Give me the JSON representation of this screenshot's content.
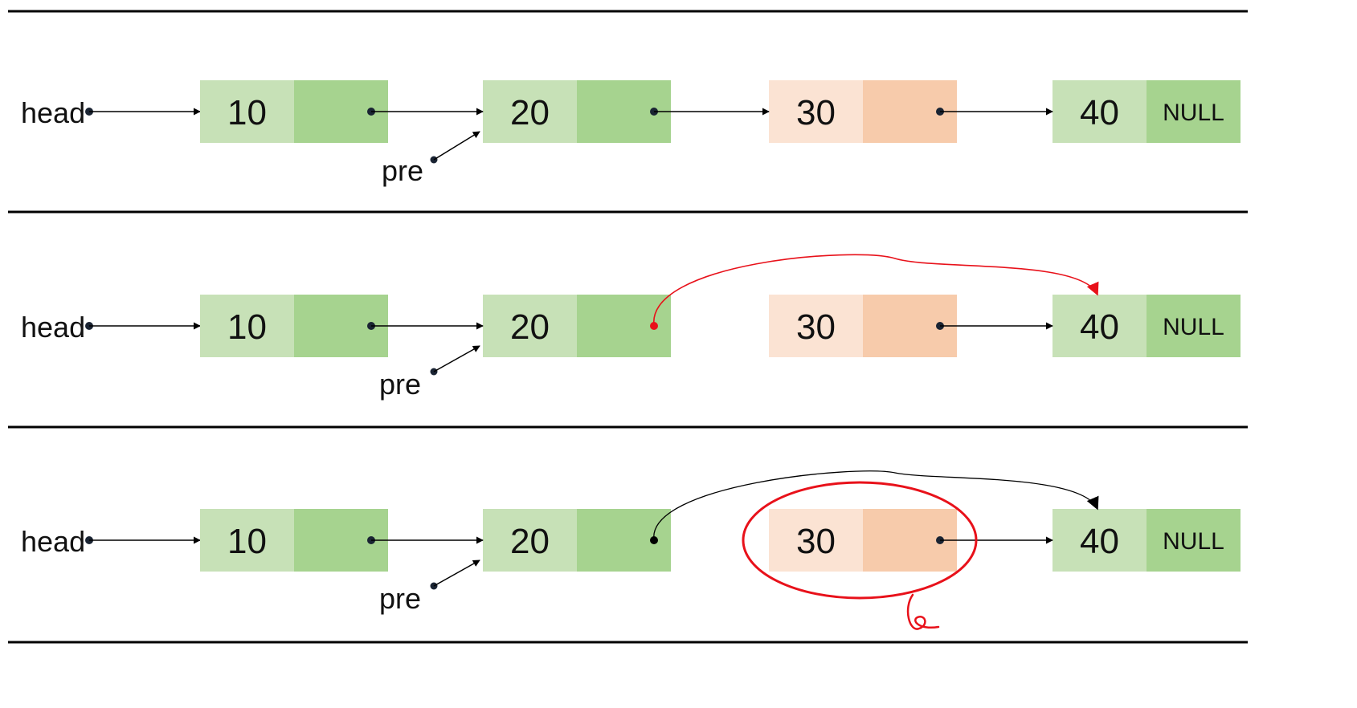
{
  "colors": {
    "green_data": "#c7e1b7",
    "green_next": "#a6d38f",
    "orange_data": "#fbe3d3",
    "orange_next": "#f7cbab",
    "red": "#e8111a",
    "black": "#000000"
  },
  "labels": {
    "head": "head",
    "pre": "pre",
    "null": "NULL"
  },
  "panels": [
    {
      "nodes": [
        {
          "value": "10",
          "theme": "green"
        },
        {
          "value": "20",
          "theme": "green"
        },
        {
          "value": "30",
          "theme": "orange"
        },
        {
          "value": "40",
          "theme": "green",
          "next_null": true
        }
      ],
      "links": [
        {
          "from": 0,
          "to": 1,
          "style": "straight"
        },
        {
          "from": 1,
          "to": 2,
          "style": "straight"
        },
        {
          "from": 2,
          "to": 3,
          "style": "straight"
        }
      ]
    },
    {
      "nodes": [
        {
          "value": "10",
          "theme": "green"
        },
        {
          "value": "20",
          "theme": "green"
        },
        {
          "value": "30",
          "theme": "orange"
        },
        {
          "value": "40",
          "theme": "green",
          "next_null": true
        }
      ],
      "links": [
        {
          "from": 0,
          "to": 1,
          "style": "straight"
        },
        {
          "from": 1,
          "to": 3,
          "style": "curve-red"
        },
        {
          "from": 2,
          "to": 3,
          "style": "straight"
        }
      ]
    },
    {
      "nodes": [
        {
          "value": "10",
          "theme": "green"
        },
        {
          "value": "20",
          "theme": "green"
        },
        {
          "value": "30",
          "theme": "orange",
          "circled": true
        },
        {
          "value": "40",
          "theme": "green",
          "next_null": true
        }
      ],
      "links": [
        {
          "from": 0,
          "to": 1,
          "style": "straight"
        },
        {
          "from": 1,
          "to": 3,
          "style": "curve-black"
        },
        {
          "from": 2,
          "to": 3,
          "style": "straight"
        }
      ]
    }
  ]
}
